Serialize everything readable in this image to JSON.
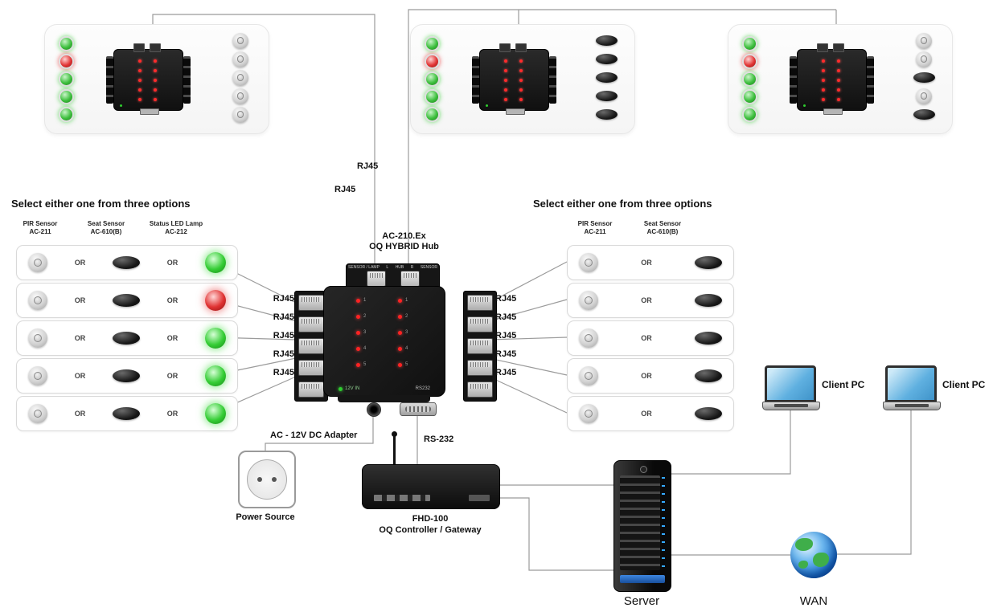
{
  "labels": {
    "rj45": "RJ45",
    "or": "OR",
    "adapter": "AC - 12V DC Adapter",
    "rs232_cable": "RS-232",
    "power_source": "Power Source",
    "server": "Server",
    "wan": "WAN",
    "client_pc": "Client PC"
  },
  "hub": {
    "name_line1": "AC-210.Ex",
    "name_line2": "OQ HYBRID Hub",
    "top_port_labels": [
      "SENSOR / LAMP",
      "L",
      "HUB",
      "R",
      "SENSOR"
    ],
    "power_label": "12V IN",
    "serial_label": "RS232",
    "channels": [
      "1",
      "2",
      "3",
      "4",
      "5"
    ]
  },
  "controller": {
    "name": "FHD-100",
    "subtitle": "OQ Controller / Gateway"
  },
  "left_options": {
    "title": "Select either one from three options",
    "columns": [
      {
        "name": "PIR Sensor",
        "model": "AC-211"
      },
      {
        "name": "Seat Sensor",
        "model": "AC-610(B)"
      },
      {
        "name": "Status LED Lamp",
        "model": "AC-212"
      }
    ],
    "lamp_states": [
      "green",
      "red",
      "green",
      "green",
      "green"
    ]
  },
  "right_options": {
    "title": "Select either one from three options",
    "columns": [
      {
        "name": "PIR Sensor",
        "model": "AC-211"
      },
      {
        "name": "Seat Sensor",
        "model": "AC-610(B)"
      }
    ]
  },
  "top_panels": [
    {
      "leds": [
        "green",
        "red",
        "green",
        "green",
        "green"
      ],
      "sensors": [
        "pir",
        "pir",
        "pir",
        "pir",
        "pir"
      ]
    },
    {
      "leds": [
        "green",
        "red",
        "green",
        "green",
        "green"
      ],
      "sensors": [
        "seat",
        "seat",
        "seat",
        "seat",
        "seat"
      ]
    },
    {
      "leds": [
        "green",
        "red",
        "green",
        "green",
        "green"
      ],
      "sensors": [
        "pir",
        "pir",
        "seat",
        "pir",
        "seat"
      ]
    }
  ]
}
